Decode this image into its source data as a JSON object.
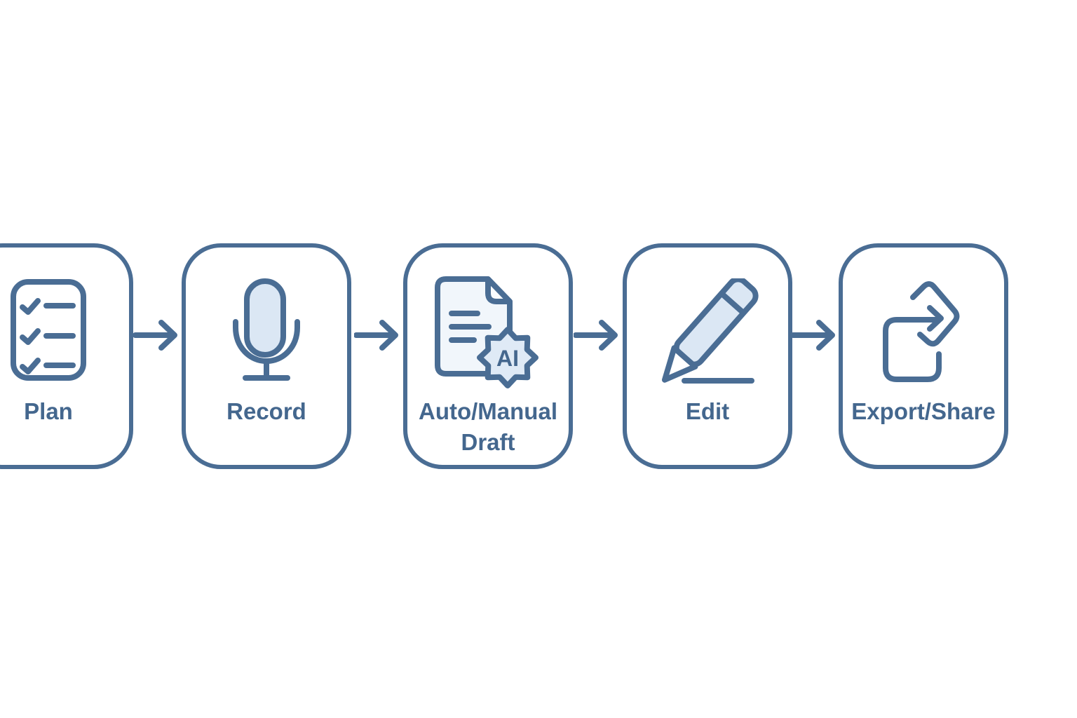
{
  "diagram": {
    "title": "",
    "type": "flowchart",
    "background_color": "#ffffff",
    "stroke_color": "#4a6d94",
    "text_color": "#44678e",
    "icon_fill_light": "#dbe7f4",
    "doc_fill": "#f1f6fb",
    "badge_fill": "#dfeaf6",
    "connector": {
      "glyph": "arrow-right-icon",
      "direction": "right",
      "count": 4
    },
    "steps": [
      {
        "label": "Plan",
        "icon": "checklist-icon"
      },
      {
        "label": "Record",
        "icon": "microphone-icon"
      },
      {
        "label": "Auto/Manual Draft",
        "icon": "ai-document-icon",
        "badge_text": "AI"
      },
      {
        "label": "Edit",
        "icon": "pencil-icon"
      },
      {
        "label": "Export/Share",
        "icon": "export-share-icon"
      }
    ]
  }
}
